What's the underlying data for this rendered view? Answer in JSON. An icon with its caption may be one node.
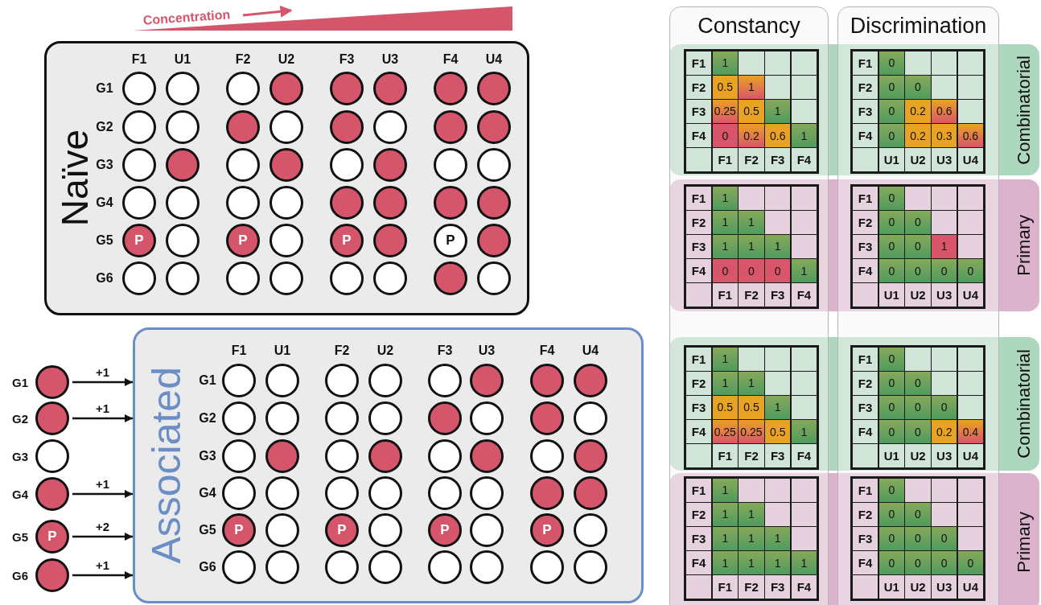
{
  "diagram": {
    "nodes": [
      {
        "text": [
          "Naïve"
        ]
      },
      {
        "text": [],
        "shape": "circle",
        "in": 0
      },
      {
        "text": [],
        "shape": "circle",
        "in": 0
      },
      {
        "text": [],
        "shape": "circle",
        "in": 0
      },
      {
        "text": [],
        "shape": "circle",
        "in": 0
      },
      {
        "text": [],
        "shape": "circle",
        "in": 0
      },
      {
        "text": [],
        "shape": "circle",
        "in": 0
      },
      {
        "text": [],
        "shape": "circle",
        "in": 0
      },
      {
        "text": [],
        "shape": "circle",
        "in": 0
      },
      {
        "text": [],
        "shape": "circle",
        "in": 0
      },
      {
        "text": [],
        "shape": "circle",
        "in": 0
      },
      {
        "text": [],
        "shape": "circle",
        "in": 0
      },
      {
        "text": [],
        "shape": "circle",
        "in": 0
      },
      {
        "text": [],
        "shape": "circle",
        "in": 0
      },
      {
        "text": [],
        "shape": "circle",
        "in": 0
      },
      {
        "text": [],
        "shape": "circle",
        "in": 0
      },
      {
        "text": [],
        "shape": "circle",
        "in": 0
      },
      {
        "text": [],
        "shape": "circle",
        "in": 0
      },
      {
        "text": [],
        "shape": "circle",
        "in": 0
      },
      {
        "text": [],
        "shape": "circle",
        "in": 0
      },
      {
        "text": [],
        "shape": "circle",
        "in": 0
      },
      {
        "text": [],
        "shape": "circle",
        "in": 0
      },
      {
        "text": [],
        "shape": "circle",
        "in": 0
      },
      {
        "text": [],
        "shape": "circle",
        "in": 0
      },
      {
        "text": [],
        "shape": "circle",
        "in": 0
      },
      {
        "text": [],
        "shape": "circle",
        "in": 0
      },
      {
        "text": [],
        "shape": "circle",
        "in": 0
      },
      {
        "text": [],
        "shape": "circle",
        "in": 0
      },
      {
        "text": [],
        "shape": "circle",
        "in": 0
      },
      {
        "text": [],
        "shape": "circle",
        "in": 0
      },
      {
        "text": [],
        "shape": "circle",
        "in": 0
      },
      {
        "text": [],
        "shape": "circle",
        "in": 0
      },
      {
        "text": [],
        "shape": "circle",
        "in": 0
      },
      {
        "text": [
          "P"
        ],
        "in": 0
      },
      {
        "text": [],
        "shape": "circle",
        "in": 0
      },
      {
        "text": [
          "P"
        ],
        "in": 0
      },
      {
        "text": [],
        "shape": "circle",
        "in": 0
      },
      {
        "text": [
          "P"
        ],
        "in": 0
      },
      {
        "text": [],
        "shape": "circle",
        "in": 0
      },
      {
        "text": [
          "P"
        ],
        "in": 0
      },
      {
        "text": [],
        "shape": "circle",
        "in": 0
      },
      {
        "text": [],
        "shape": "circle",
        "in": 0
      },
      {
        "text": [],
        "shape": "circle",
        "in": 0
      },
      {
        "text": [],
        "shape": "circle",
        "in": 0
      },
      {
        "text": [],
        "shape": "circle",
        "in": 0
      },
      {
        "text": [],
        "shape": "circle",
        "in": 0
      },
      {
        "text": [],
        "shape": "circle",
        "in": 0
      },
      {
        "text": [],
        "shape": "circle",
        "in": 0
      },
      {
        "text": [],
        "shape": "circle",
        "in": 0
      },
      {
        "text": [],
        "shape": "circle",
        "beside": [
          "G1"
        ]
      },
      {
        "text": [],
        "shape": "circle",
        "beside": [
          "G2"
        ]
      },
      {
        "text": [],
        "shape": "circle",
        "beside": [
          "G3"
        ]
      },
      {
        "text": [],
        "shape": "circle",
        "beside": [
          "G4"
        ]
      },
      {
        "text": [
          "P"
        ],
        "beside": [
          "G5"
        ]
      },
      {
        "text": [],
        "shape": "circle",
        "beside": [
          "G6"
        ]
      },
      {
        "text": [
          "Associated"
        ]
      },
      {
        "text": [],
        "shape": "circle",
        "in": 55
      },
      {
        "text": [],
        "shape": "circle",
        "in": 55
      },
      {
        "text": [],
        "shape": "circle",
        "in": 55
      },
      {
        "text": [],
        "shape": "circle",
        "in": 55
      },
      {
        "text": [],
        "shape": "circle",
        "in": 55
      },
      {
        "text": [],
        "shape": "circle",
        "in": 55
      },
      {
        "text": [],
        "shape": "circle",
        "in": 55
      },
      {
        "text": [],
        "shape": "circle",
        "in": 55
      },
      {
        "text": [],
        "shape": "circle",
        "in": 55
      },
      {
        "text": [],
        "shape": "circle",
        "in": 55
      },
      {
        "text": [],
        "shape": "circle",
        "in": 55
      },
      {
        "text": [],
        "shape": "circle",
        "in": 55
      },
      {
        "text": [],
        "shape": "circle",
        "in": 55
      },
      {
        "text": [],
        "shape": "circle",
        "in": 55
      },
      {
        "text": [],
        "shape": "circle",
        "in": 55
      },
      {
        "text": [],
        "shape": "circle",
        "in": 55
      },
      {
        "text": [],
        "shape": "circle",
        "in": 55
      },
      {
        "text": [],
        "shape": "circle",
        "in": 55
      },
      {
        "text": [],
        "shape": "circle",
        "in": 55
      },
      {
        "text": [],
        "shape": "circle",
        "in": 55
      },
      {
        "text": [],
        "shape": "circle",
        "in": 55
      },
      {
        "text": [],
        "shape": "circle",
        "in": 55
      },
      {
        "text": [],
        "shape": "circle",
        "in": 55
      },
      {
        "text": [],
        "shape": "circle",
        "in": 55
      },
      {
        "text": [],
        "shape": "circle",
        "in": 55
      },
      {
        "text": [],
        "shape": "circle",
        "in": 55
      },
      {
        "text": [],
        "shape": "circle",
        "in": 55
      },
      {
        "text": [],
        "shape": "circle",
        "in": 55
      },
      {
        "text": [],
        "shape": "circle",
        "in": 55
      },
      {
        "text": [],
        "shape": "circle",
        "in": 55
      },
      {
        "text": [],
        "shape": "circle",
        "in": 55
      },
      {
        "text": [],
        "shape": "circle",
        "in": 55
      },
      {
        "text": [
          "P"
        ],
        "in": 55
      },
      {
        "text": [],
        "shape": "circle",
        "in": 55
      },
      {
        "text": [
          "P"
        ],
        "in": 55
      },
      {
        "text": [],
        "shape": "circle",
        "in": 55
      },
      {
        "text": [
          "P"
        ],
        "in": 55
      },
      {
        "text": [],
        "shape": "circle",
        "in": 55
      },
      {
        "text": [
          "P"
        ],
        "in": 55
      },
      {
        "text": [],
        "shape": "circle",
        "in": 55
      },
      {
        "text": [],
        "shape": "circle",
        "in": 55
      },
      {
        "text": [],
        "shape": "circle",
        "in": 55
      },
      {
        "text": [],
        "shape": "circle",
        "in": 55
      },
      {
        "text": [],
        "shape": "circle",
        "in": 55
      },
      {
        "text": [],
        "shape": "circle",
        "in": 55
      },
      {
        "text": [],
        "shape": "circle",
        "in": 55
      },
      {
        "text": [],
        "shape": "circle",
        "in": 55
      },
      {
        "text": [],
        "shape": "circle",
        "in": 55
      },
      {
        "text": [
          "Constancy"
        ]
      },
      {
        "text": [
          "Discrimination"
        ]
      },
      {
        "text": [
          "Combinatorial"
        ]
      },
      {
        "text": [
          "Primary"
        ]
      },
      {
        "text": [
          "Combinatorial"
        ]
      },
      {
        "text": [
          "Primary"
        ]
      }
    ],
    "edges": [
      {
        "from": 49,
        "to": 55,
        "arrow": "to",
        "label": "+1"
      },
      {
        "from": 50,
        "to": 55,
        "arrow": "to",
        "label": "+1"
      },
      {
        "from": 52,
        "to": 55,
        "arrow": "to",
        "label": "+1"
      },
      {
        "from": 53,
        "to": 55,
        "arrow": "to",
        "label": "+2"
      },
      {
        "from": 54,
        "to": 55,
        "arrow": "to",
        "label": "+1"
      }
    ],
    "labels": [
      "Concentration",
      "F1",
      "U1",
      "F2",
      "U2",
      "F3",
      "U3",
      "F4",
      "U4",
      "G1",
      "G2",
      "G3",
      "G4",
      "G5",
      "G6",
      "F1",
      "U1",
      "F2",
      "U2",
      "F3",
      "U3",
      "F4",
      "U4",
      "G1",
      "G2",
      "G3",
      "G4",
      "G5",
      "G6",
      "F1",
      "1",
      "F2",
      "0.5",
      "1",
      "F3",
      "0.25",
      "0.5",
      "1",
      "F4",
      "0",
      "0.2",
      "0.6",
      "1",
      "F1",
      "F2",
      "F3",
      "F4",
      "F1",
      "0",
      "F2",
      "0",
      "0",
      "F3",
      "0",
      "0.2",
      "0.6",
      "F4",
      "0",
      "0.2",
      "0.3",
      "0.6",
      "U1",
      "U2",
      "U3",
      "U4",
      "F1",
      "1",
      "F2",
      "1",
      "1",
      "F3",
      "1",
      "1",
      "1",
      "F4",
      "0",
      "0",
      "0",
      "1",
      "F1",
      "F2",
      "F3",
      "F4",
      "F1",
      "0",
      "F2",
      "0",
      "0",
      "F3",
      "0",
      "0",
      "1",
      "F4",
      "0",
      "0",
      "0",
      "0",
      "U1",
      "U2",
      "U3",
      "U4",
      "F1",
      "1",
      "F2",
      "1",
      "1",
      "F3",
      "0.5",
      "0.5",
      "1",
      "F4",
      "0.25",
      "0.25",
      "0.5",
      "1",
      "F1",
      "F2",
      "F3",
      "F4",
      "F1",
      "0",
      "F2",
      "0",
      "0",
      "F3",
      "0",
      "0",
      "0",
      "F4",
      "0",
      "0",
      "0.2",
      "0.4",
      "U1",
      "U2",
      "U3",
      "U4",
      "F1",
      "1",
      "F2",
      "1",
      "1",
      "F3",
      "1",
      "1",
      "1",
      "F4",
      "1",
      "1",
      "1",
      "1",
      "F1",
      "F2",
      "F3",
      "F4",
      "F1",
      "0",
      "F2",
      "0",
      "0",
      "F3",
      "0",
      "0",
      "0",
      "F4",
      "0",
      "0",
      "0",
      "0",
      "U1",
      "U2",
      "U3",
      "U4"
    ]
  }
}
